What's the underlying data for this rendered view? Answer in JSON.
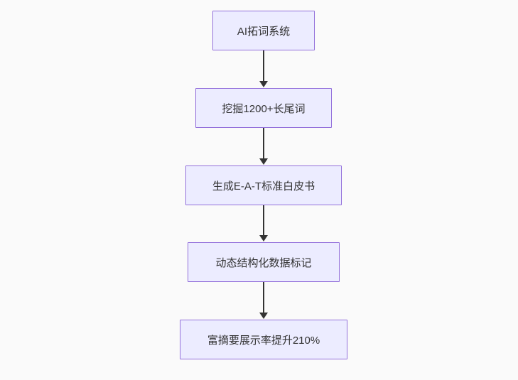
{
  "page": {
    "background_color": "#fafafa"
  },
  "flow": {
    "type": "flowchart-vertical-top-down",
    "node_fill_color": "#ECECFF",
    "node_border_color": "#9370DB",
    "text_color": "#333333",
    "arrow_color": "#333333",
    "nodes": [
      {
        "label": "AI拓词系统"
      },
      {
        "label": "挖掘1200+长尾词"
      },
      {
        "label": "生成E-A-T标准白皮书"
      },
      {
        "label": "动态结构化数据标记"
      },
      {
        "label": "富摘要展示率提升210%"
      }
    ],
    "edges": [
      {
        "from": "AI拓词系统",
        "to": "挖掘1200+长尾词"
      },
      {
        "from": "挖掘1200+长尾词",
        "to": "生成E-A-T标准白皮书"
      },
      {
        "from": "生成E-A-T标准白皮书",
        "to": "动态结构化数据标记"
      },
      {
        "from": "动态结构化数据标记",
        "to": "富摘要展示率提升210%"
      }
    ]
  }
}
